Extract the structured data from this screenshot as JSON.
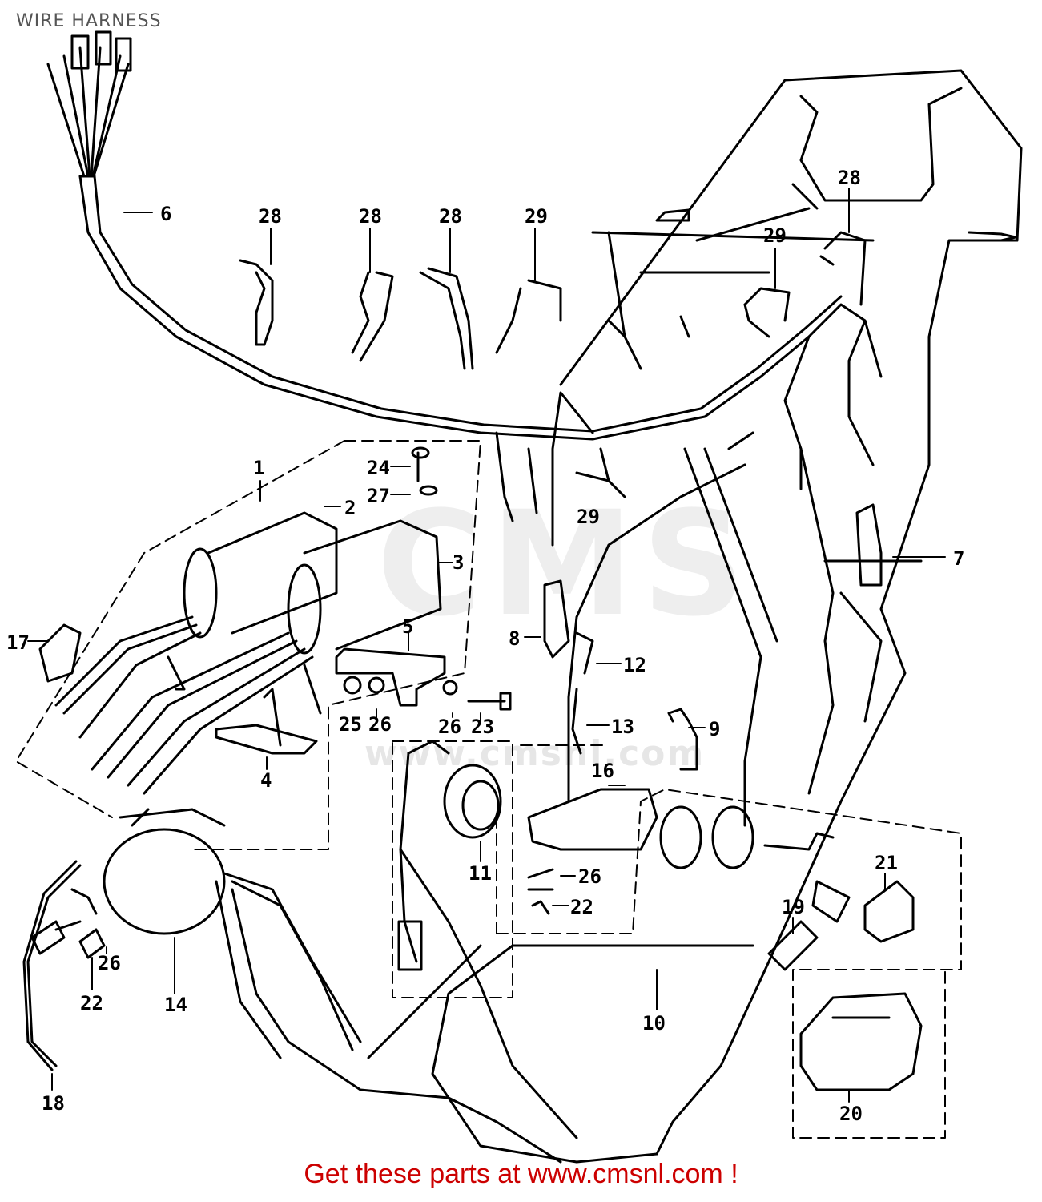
{
  "title": "WIRE HARNESS",
  "watermark": {
    "logo_text": "CMS",
    "url_text": "www.cmsnl.com"
  },
  "footer": {
    "text": "Get these parts at www.cmsnl.com !",
    "color": "#cc0000"
  },
  "callouts": {
    "c1": "1",
    "c2": "2",
    "c3": "3",
    "c4": "4",
    "c5": "5",
    "c6": "6",
    "c7": "7",
    "c8": "8",
    "c9": "9",
    "c10": "10",
    "c11": "11",
    "c12": "12",
    "c13": "13",
    "c14": "14",
    "c16": "16",
    "c17": "17",
    "c18": "18",
    "c19": "19",
    "c20": "20",
    "c21": "21",
    "c22a": "22",
    "c22b": "22",
    "c23": "23",
    "c24": "24",
    "c25": "25",
    "c26a": "26",
    "c26b": "26",
    "c26c": "26",
    "c26d": "26",
    "c27": "27",
    "c28a": "28",
    "c28b": "28",
    "c28c": "28",
    "c28d": "28",
    "c29a": "29",
    "c29b": "29",
    "c29c": "29"
  }
}
